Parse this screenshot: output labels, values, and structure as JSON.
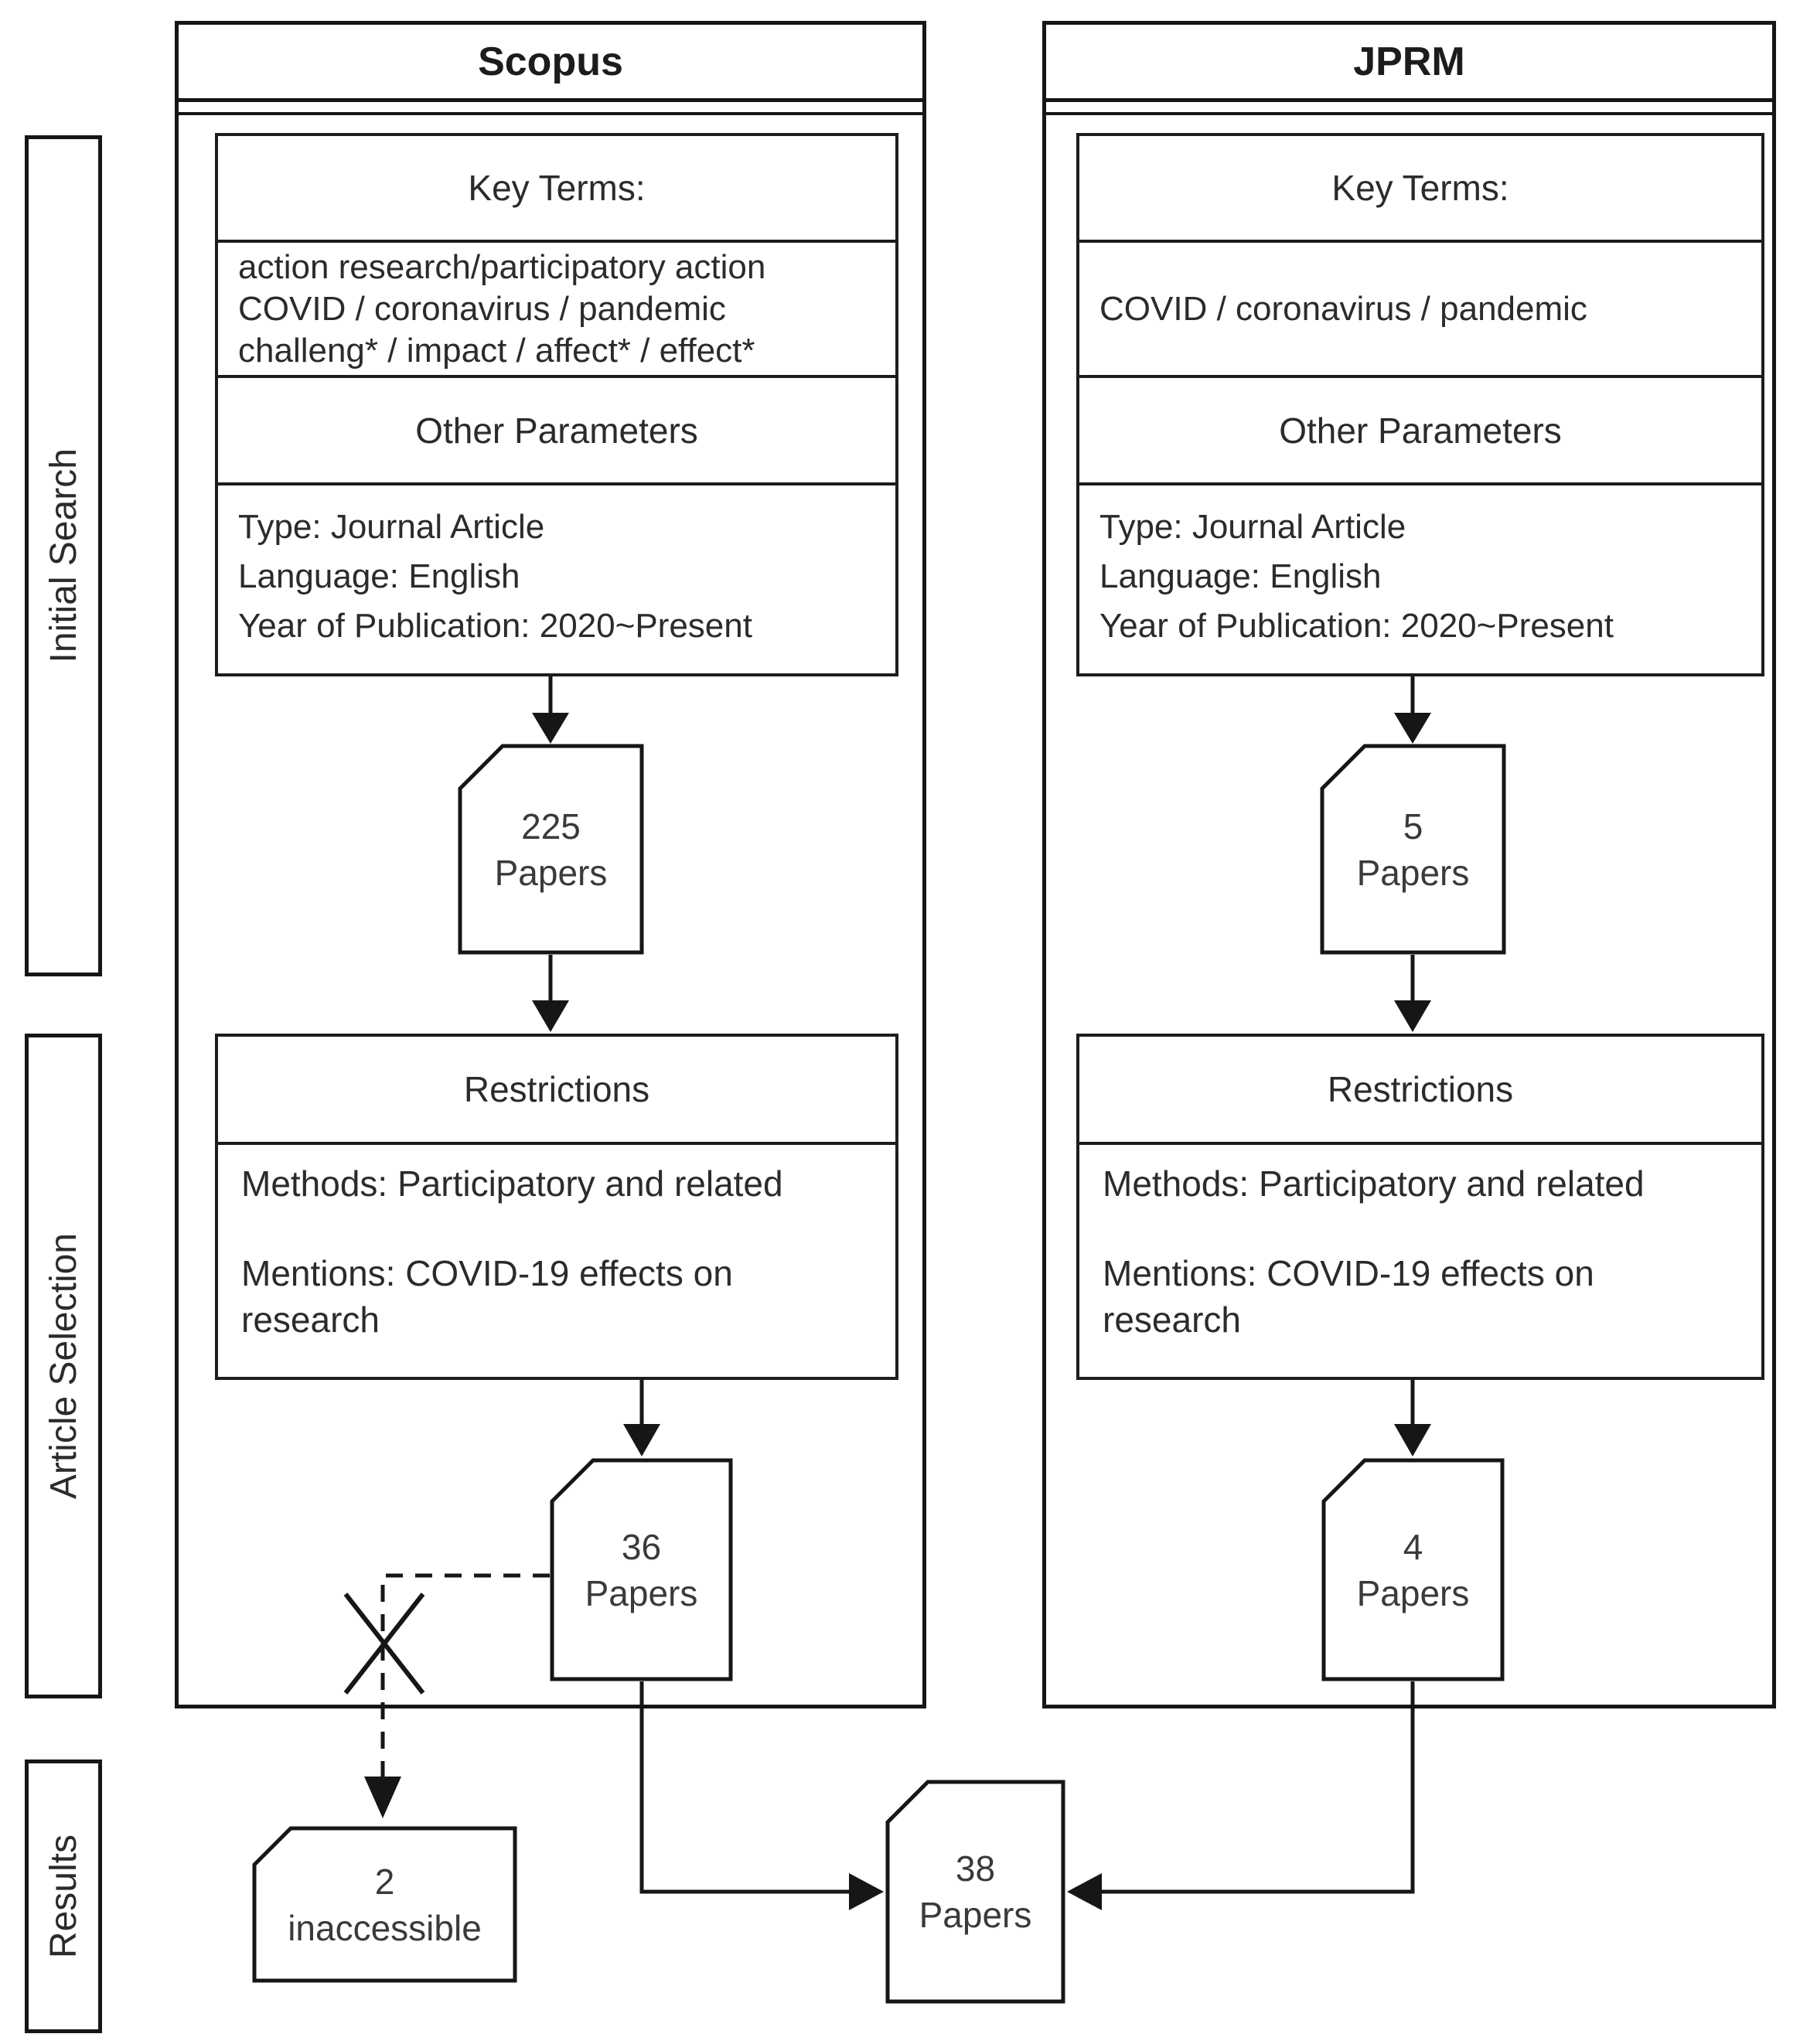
{
  "diagram": {
    "stages": [
      {
        "label": "Initial Search"
      },
      {
        "label": "Article Selection"
      },
      {
        "label": "Results"
      }
    ],
    "columns": [
      {
        "title": "Scopus",
        "key_terms_label": "Key Terms:",
        "key_terms": [
          "action research/participatory action",
          "COVID / coronavirus / pandemic",
          "challeng* / impact / affect* / effect*"
        ],
        "other_parameters_label": "Other Parameters",
        "other_parameters": [
          "Type: Journal Article",
          "Language: English",
          "Year of Publication: 2020~Present"
        ],
        "initial_result": {
          "count": "225",
          "unit": "Papers"
        },
        "restrictions_label": "Restrictions",
        "restrictions": [
          "Methods: Participatory and related",
          "Mentions: COVID-19 effects on research"
        ],
        "selected_result": {
          "count": "36",
          "unit": "Papers"
        },
        "excluded_result": {
          "count": "2",
          "unit": "inaccessible"
        }
      },
      {
        "title": "JPRM",
        "key_terms_label": "Key Terms:",
        "key_terms": [
          "COVID / coronavirus / pandemic"
        ],
        "other_parameters_label": "Other Parameters",
        "other_parameters": [
          "Type: Journal Article",
          "Language: English",
          "Year of Publication: 2020~Present"
        ],
        "initial_result": {
          "count": "5",
          "unit": "Papers"
        },
        "restrictions_label": "Restrictions",
        "restrictions": [
          "Methods: Participatory and related",
          "Mentions: COVID-19 effects on research"
        ],
        "selected_result": {
          "count": "4",
          "unit": "Papers"
        }
      }
    ],
    "final_result": {
      "count": "38",
      "unit": "Papers"
    }
  }
}
